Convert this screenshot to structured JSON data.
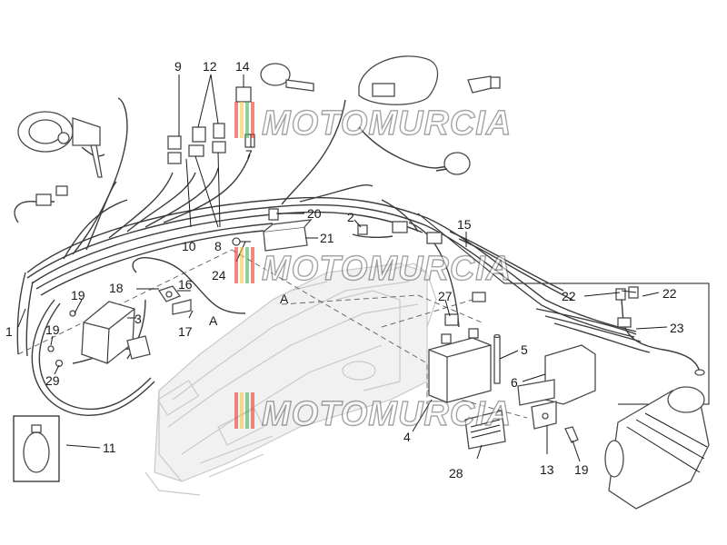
{
  "watermark": {
    "text": "MOTOMURCIA"
  },
  "labels": {
    "l1": "1",
    "l2": "2",
    "l3": "3",
    "l4": "4",
    "l5": "5",
    "l6": "6",
    "l7": "7",
    "l8": "8",
    "l9": "9",
    "l10": "10",
    "l11": "11",
    "l12": "12",
    "l13": "13",
    "l14": "14",
    "l15": "15",
    "l16": "16",
    "l17": "17",
    "l18": "18",
    "l19a": "19",
    "l19b": "19",
    "l19c": "19",
    "l20": "20",
    "l21": "21",
    "l22a": "22",
    "l22b": "22",
    "l23": "23",
    "l24": "24",
    "l27": "27",
    "l28": "28",
    "l29": "29",
    "refA1": "A",
    "refA2": "A"
  },
  "colors": {
    "line": "#3c3c3c",
    "ghost": "#c9c9c9",
    "watermark_flag": [
      "#e53a2e",
      "#f2c84b",
      "#4caf50"
    ]
  }
}
